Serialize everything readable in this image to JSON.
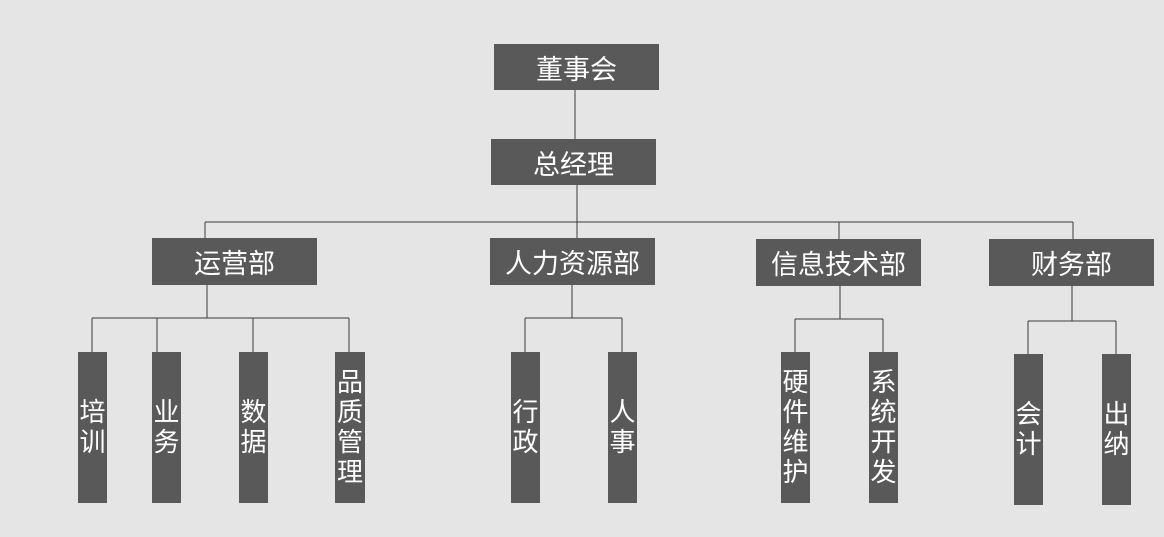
{
  "org_chart": {
    "board": "董事会",
    "general_manager": "总经理",
    "departments": [
      {
        "name": "运营部",
        "units": [
          "培训",
          "业务",
          "数据",
          "品质管理"
        ]
      },
      {
        "name": "人力资源部",
        "units": [
          "行政",
          "人事"
        ]
      },
      {
        "name": "信息技术部",
        "units": [
          "硬件维护",
          "系统开发"
        ]
      },
      {
        "name": "财务部",
        "units": [
          "会计",
          "出纳"
        ]
      }
    ]
  },
  "colors": {
    "background": "#e6e5e5",
    "box_fill": "#595959",
    "box_text": "#ffffff",
    "connector": "#3a3a3a"
  }
}
